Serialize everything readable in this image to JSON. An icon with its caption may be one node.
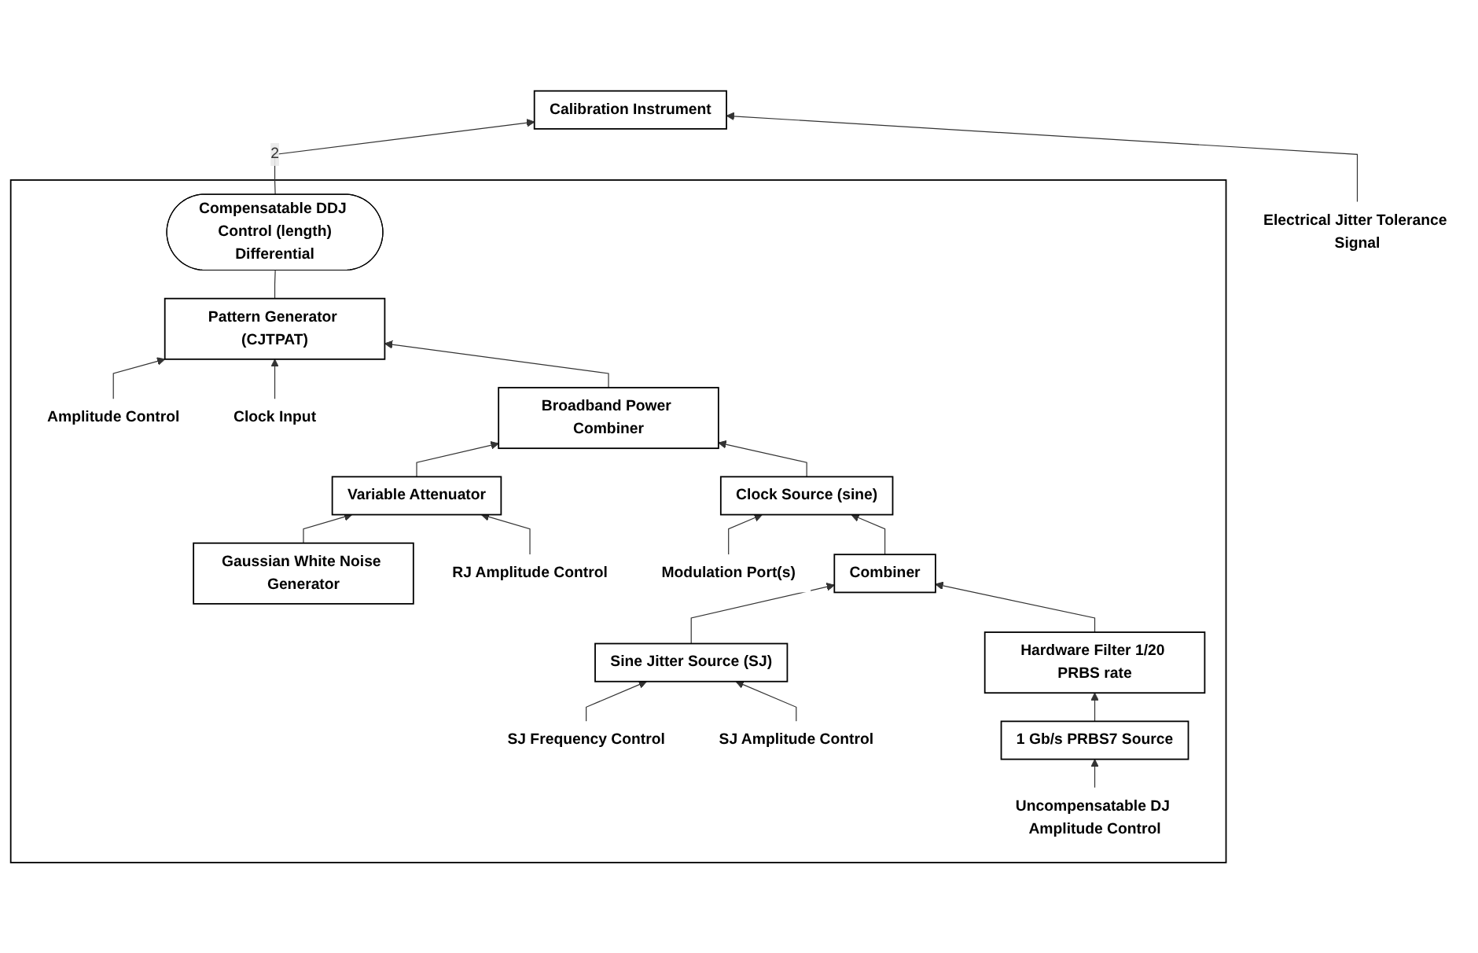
{
  "diagram": {
    "nodes": [
      {
        "text": [],
        "shape": "box"
      },
      {
        "text": [
          "Amplitude Control"
        ],
        "in": 0
      },
      {
        "text": [
          "Compensatable DDJ Control (length)",
          "Differential"
        ],
        "in": 0
      },
      {
        "text": [
          "Pattern Generator (CJTPAT)"
        ],
        "in": 0
      },
      {
        "text": [
          "Calibration Instrument"
        ]
      },
      {
        "text": [
          "Clock Input"
        ],
        "in": 0
      },
      {
        "text": [
          "Broadband Power Combiner"
        ],
        "in": 0
      },
      {
        "text": [
          "Variable Attenuator"
        ],
        "in": 0
      },
      {
        "text": [
          "Gaussian White Noise Generator"
        ],
        "in": 0
      },
      {
        "text": [
          "Electrical Jitter Tolerance Signal"
        ]
      },
      {
        "text": [
          "RJ Amplitude Control"
        ],
        "in": 0
      },
      {
        "text": [
          "Modulation Port(s)"
        ],
        "in": 0
      },
      {
        "text": [
          "Clock Source (sine)"
        ],
        "in": 0
      },
      {
        "text": [
          "Combiner"
        ],
        "in": 0
      },
      {
        "text": [
          "Sine Jitter Source (SJ)"
        ],
        "in": 0
      },
      {
        "text": [
          "SJ Frequency Control"
        ],
        "in": 0
      },
      {
        "text": [
          "SJ Amplitude Control"
        ],
        "in": 0
      },
      {
        "text": [
          "Hardware Filter 1/20 PRBS rate"
        ],
        "in": 0
      },
      {
        "text": [
          "1 Gb/s PRBS7 Source"
        ],
        "in": 0
      },
      {
        "text": [
          "Uncompensatable DJ Amplitude Control"
        ],
        "in": 0
      }
    ],
    "edges": [
      {
        "from": 1,
        "to": 3,
        "arrow": "to"
      },
      {
        "from": 3,
        "to": 2,
        "arrow": "none"
      },
      {
        "from": 2,
        "to": 4,
        "arrow": "to",
        "label": "2"
      },
      {
        "from": 5,
        "to": 3,
        "arrow": "to"
      },
      {
        "from": 6,
        "to": 3,
        "arrow": "to"
      },
      {
        "from": 7,
        "to": 6,
        "arrow": "to"
      },
      {
        "from": 8,
        "to": 7,
        "arrow": "to"
      },
      {
        "from": 9,
        "to": 4,
        "arrow": "to"
      },
      {
        "from": 10,
        "to": 7,
        "arrow": "to"
      },
      {
        "from": 11,
        "to": 12,
        "arrow": "to"
      },
      {
        "from": 12,
        "to": 6,
        "arrow": "to"
      },
      {
        "from": 13,
        "to": 12,
        "arrow": "to"
      },
      {
        "from": 14,
        "to": 13,
        "arrow": "to"
      },
      {
        "from": 15,
        "to": 14,
        "arrow": "to"
      },
      {
        "from": 16,
        "to": 14,
        "arrow": "to"
      },
      {
        "from": 17,
        "to": 13,
        "arrow": "to"
      },
      {
        "from": 18,
        "to": 17,
        "arrow": "to"
      },
      {
        "from": 19,
        "to": 18,
        "arrow": "to"
      }
    ]
  }
}
